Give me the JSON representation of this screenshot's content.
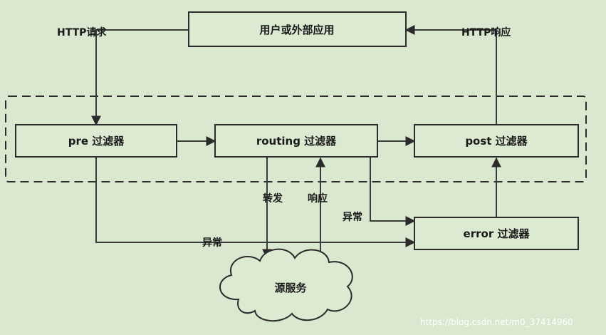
{
  "nodes": {
    "app": "用户或外部应用",
    "pre": "pre 过滤器",
    "routing": "routing 过滤器",
    "post": "post 过滤器",
    "error": "error 过滤器",
    "source": "源服务"
  },
  "edges": {
    "http_request": "HTTP请求",
    "http_response": "HTTP响应",
    "forward": "转发",
    "response": "响应",
    "exception_pre": "异常",
    "exception_routing": "异常"
  },
  "watermark": "https://blog.csdn.net/m0_37414960"
}
